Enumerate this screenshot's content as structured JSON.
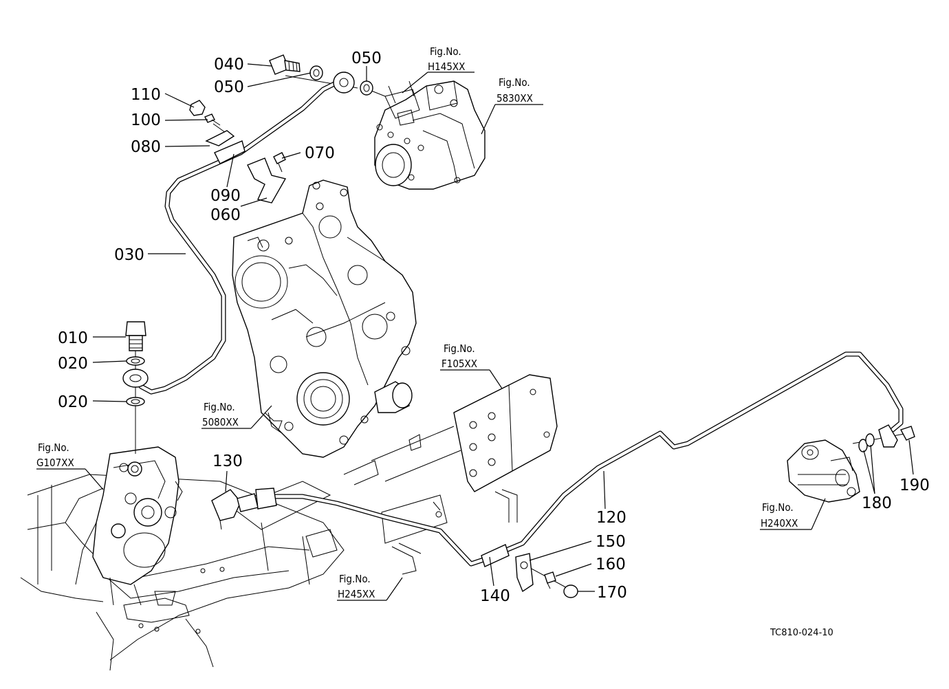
{
  "parts": {
    "p010": "010",
    "p020a": "020",
    "p020b": "020",
    "p030": "030",
    "p040": "040",
    "p050a": "050",
    "p050b": "050",
    "p060": "060",
    "p070": "070",
    "p080": "080",
    "p090": "090",
    "p100": "100",
    "p110": "110",
    "p120": "120",
    "p130": "130",
    "p140": "140",
    "p150": "150",
    "p160": "160",
    "p170": "170",
    "p180": "180",
    "p190": "190"
  },
  "figrefs": {
    "fig_label": "Fig.No.",
    "h145": "H145XX",
    "r5830": "5830XX",
    "f105": "F105XX",
    "r5080": "5080XX",
    "g107": "G107XX",
    "h240": "H240XX",
    "h245": "H245XX"
  },
  "drawing_code": "TC810-024-10"
}
